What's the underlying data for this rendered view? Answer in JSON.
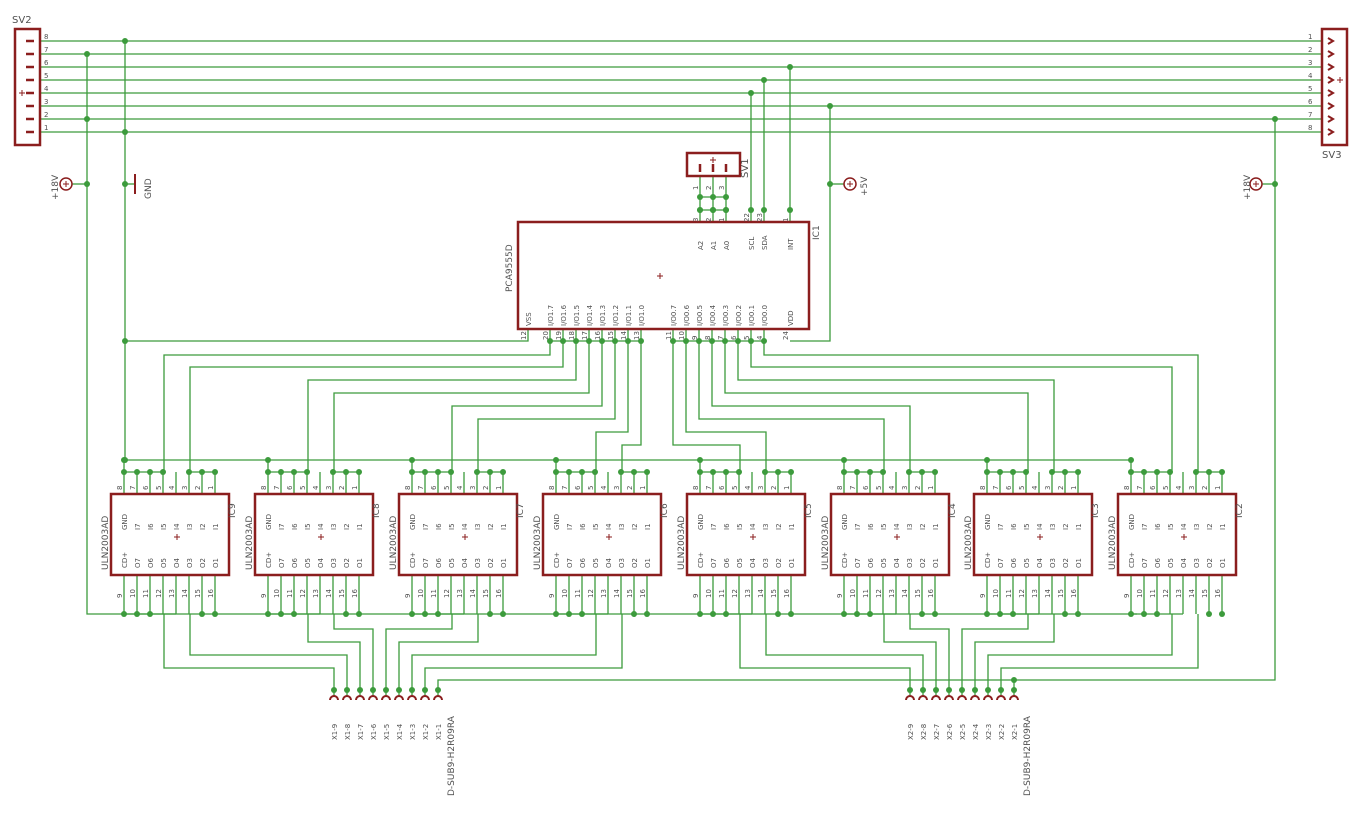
{
  "colors": {
    "wire": "#3c9b3c",
    "part": "#8b1e1e",
    "text": "#505050",
    "background": "#ffffff"
  },
  "connectors": {
    "sv2": {
      "name": "SV2",
      "pins": [
        "8",
        "7",
        "6",
        "5",
        "4",
        "3",
        "2",
        "1"
      ]
    },
    "sv3": {
      "name": "SV3",
      "pins": [
        "1",
        "2",
        "3",
        "4",
        "5",
        "6",
        "7",
        "8"
      ]
    },
    "sv1": {
      "name": "SV1",
      "pins": [
        "1",
        "2",
        "3"
      ]
    }
  },
  "power": {
    "left_18v": "+18V",
    "right_18v": "+18V",
    "gnd": "GND",
    "p5v": "+5V"
  },
  "ic1": {
    "name": "IC1",
    "value": "PCA9555D",
    "left_labels": [
      "VSS",
      "I/O1.7",
      "I/O1.6",
      "I/O1.5",
      "I/O1.4",
      "I/O1.3",
      "I/O1.2",
      "I/O1.1",
      "I/O1.0",
      "I/O0.7",
      "I/O0.6",
      "I/O0.5",
      "I/O0.4",
      "I/O0.3",
      "I/O0.2",
      "I/O0.1",
      "I/O0.0",
      "VDD"
    ],
    "bottom_pins": [
      "12",
      "20",
      "19",
      "18",
      "17",
      "16",
      "15",
      "14",
      "13",
      "11",
      "10",
      "9",
      "8",
      "7",
      "6",
      "5",
      "4",
      "24"
    ],
    "top_labels": [
      "A2",
      "A1",
      "A0",
      "SCL",
      "SDA",
      "INT"
    ],
    "top_pins": [
      "3",
      "2",
      "1",
      "22",
      "23",
      "1"
    ]
  },
  "uln": {
    "value": "ULN2003AD",
    "names": [
      "IC9",
      "IC8",
      "IC7",
      "IC6",
      "IC5",
      "IC4",
      "IC3",
      "IC2"
    ],
    "top_labels": [
      "GND",
      "I7",
      "I6",
      "I5",
      "I4",
      "I3",
      "I2",
      "I1"
    ],
    "bottom_labels": [
      "CD+",
      "O7",
      "O6",
      "O5",
      "O4",
      "O3",
      "O2",
      "O1"
    ],
    "top_pins": [
      "8",
      "7",
      "6",
      "5",
      "4",
      "3",
      "2",
      "1"
    ],
    "bottom_pins": [
      "9",
      "10",
      "11",
      "12",
      "13",
      "14",
      "15",
      "16"
    ]
  },
  "dsub1": {
    "value": "D-SUB9-H2R09RA",
    "pins": [
      "X1-9",
      "X1-8",
      "X1-7",
      "X1-6",
      "X1-5",
      "X1-4",
      "X1-3",
      "X1-2",
      "X1-1"
    ]
  },
  "dsub2": {
    "value": "D-SUB9-H2R09RA",
    "pins": [
      "X2-9",
      "X2-8",
      "X2-7",
      "X2-6",
      "X2-5",
      "X2-4",
      "X2-3",
      "X2-2",
      "X2-1"
    ]
  }
}
